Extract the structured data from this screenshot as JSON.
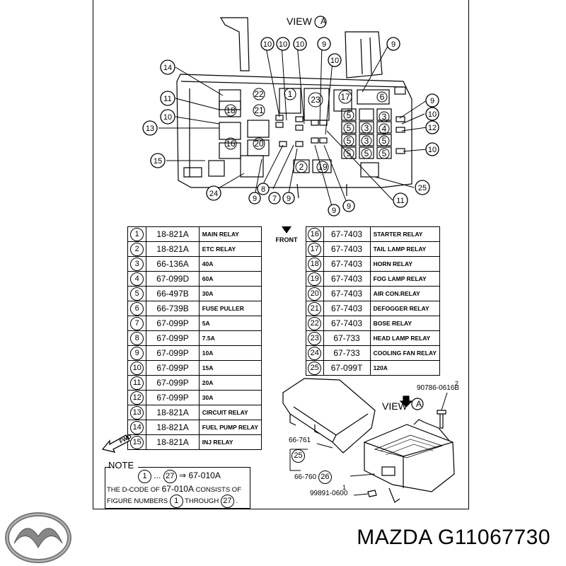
{
  "view_label_top": "VIEW",
  "view_letter_top": "A",
  "view_label_side": "VIEW",
  "view_letter_side": "A",
  "front_label": "FRONT",
  "fwd_label": "FWD",
  "parts_left": [
    {
      "num": "1",
      "code": "18-821A",
      "desc": "MAIN  RELAY"
    },
    {
      "num": "2",
      "code": "18-821A",
      "desc": "ETC RELAY"
    },
    {
      "num": "3",
      "code": "66-136A",
      "desc": "40A"
    },
    {
      "num": "4",
      "code": "67-099D",
      "desc": "60A"
    },
    {
      "num": "5",
      "code": "66-497B",
      "desc": "30A"
    },
    {
      "num": "6",
      "code": "66-739B",
      "desc": "FUSE PULLER"
    },
    {
      "num": "7",
      "code": "67-099P",
      "desc": "5A"
    },
    {
      "num": "8",
      "code": "67-099P",
      "desc": "7.5A"
    },
    {
      "num": "9",
      "code": "67-099P",
      "desc": "10A"
    },
    {
      "num": "10",
      "code": "67-099P",
      "desc": "15A"
    },
    {
      "num": "11",
      "code": "67-099P",
      "desc": "20A"
    },
    {
      "num": "12",
      "code": "67-099P",
      "desc": "30A"
    },
    {
      "num": "13",
      "code": "18-821A",
      "desc": "CIRCUIT RELAY"
    },
    {
      "num": "14",
      "code": "18-821A",
      "desc": "FUEL PUMP RELAY"
    },
    {
      "num": "15",
      "code": "18-821A",
      "desc": "INJ RELAY"
    }
  ],
  "parts_right": [
    {
      "num": "16",
      "code": "67-7403",
      "desc": "STARTER RELAY"
    },
    {
      "num": "17",
      "code": "67-7403",
      "desc": "TAIL LAMP RELAY"
    },
    {
      "num": "18",
      "code": "67-7403",
      "desc": "HORN RELAY"
    },
    {
      "num": "19",
      "code": "67-7403",
      "desc": "FOG LAMP RELAY"
    },
    {
      "num": "20",
      "code": "67-7403",
      "desc": "AIR CON.RELAY"
    },
    {
      "num": "21",
      "code": "67-7403",
      "desc": "DEFOGGER RELAY"
    },
    {
      "num": "22",
      "code": "67-7403",
      "desc": "BOSE RELAY"
    },
    {
      "num": "23",
      "code": "67-733",
      "desc": "HEAD LAMP RELAY"
    },
    {
      "num": "24",
      "code": "67-733",
      "desc": "COOLING FAN RELAY"
    },
    {
      "num": "25",
      "code": "67-099T",
      "desc": "120A"
    }
  ],
  "note": {
    "title": "NOTE",
    "range_start": "1",
    "range_end": "27",
    "dots": "...",
    "arrow": "⇒",
    "target_code": "67-010A",
    "line2_a": "THE D-CODE OF",
    "line2_code": "67-010A",
    "line2_b": "CONSISTS OF",
    "line3_a": "FIGURE NUMBERS",
    "line3_b": "THROUGH",
    "line3_end": "."
  },
  "side_callouts": {
    "bolt_code": "90786-0616B",
    "bolt_num": "2",
    "cover_code": "66-761",
    "cover_num": "25",
    "box_code": "66-760",
    "box_num": "26",
    "nut_code": "99891-0600",
    "nut_num": "1"
  },
  "top_fuse_labels": [
    "18",
    "21",
    "16",
    "20",
    "1",
    "23",
    "17",
    "6",
    "2",
    "19",
    "3",
    "4",
    "5"
  ],
  "top_callouts": [
    "14",
    "11",
    "10",
    "13",
    "15",
    "24",
    "22",
    "10",
    "10",
    "10",
    "9",
    "10",
    "9",
    "9",
    "10",
    "12",
    "10",
    "25",
    "8",
    "7",
    "9",
    "9",
    "9",
    "11"
  ],
  "brand": {
    "text": "MAZDA G11067730",
    "logo_icon": "mazda-logo-icon"
  }
}
